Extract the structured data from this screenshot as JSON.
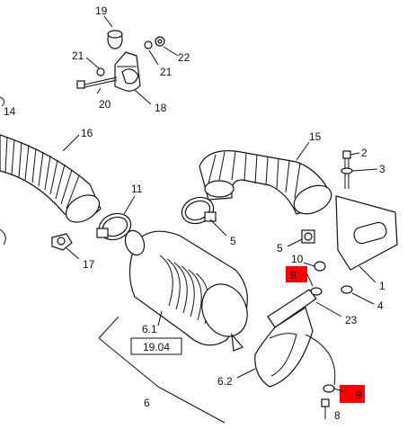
{
  "diagram": {
    "callouts": [
      {
        "id": "c19",
        "text": "19"
      },
      {
        "id": "c21a",
        "text": "21"
      },
      {
        "id": "c22",
        "text": "22"
      },
      {
        "id": "c21b",
        "text": "21"
      },
      {
        "id": "c20",
        "text": "20"
      },
      {
        "id": "c18",
        "text": "18"
      },
      {
        "id": "c14",
        "text": "14"
      },
      {
        "id": "c16",
        "text": "16"
      },
      {
        "id": "c15",
        "text": "15"
      },
      {
        "id": "c2",
        "text": "2"
      },
      {
        "id": "c3",
        "text": "3"
      },
      {
        "id": "c11",
        "text": "11"
      },
      {
        "id": "c5a",
        "text": "5"
      },
      {
        "id": "c5b",
        "text": "5"
      },
      {
        "id": "c17",
        "text": "17"
      },
      {
        "id": "c10",
        "text": "10"
      },
      {
        "id": "c9a",
        "text": "9"
      },
      {
        "id": "c1",
        "text": "1"
      },
      {
        "id": "c4",
        "text": "4"
      },
      {
        "id": "c23",
        "text": "23"
      },
      {
        "id": "c61",
        "text": "6.1"
      },
      {
        "id": "c62",
        "text": "6.2"
      },
      {
        "id": "c6",
        "text": "6"
      },
      {
        "id": "c9b",
        "text": "9"
      },
      {
        "id": "c8",
        "text": "8"
      }
    ],
    "boxed_label": "19.04",
    "highlight_color": "#ff0000"
  }
}
